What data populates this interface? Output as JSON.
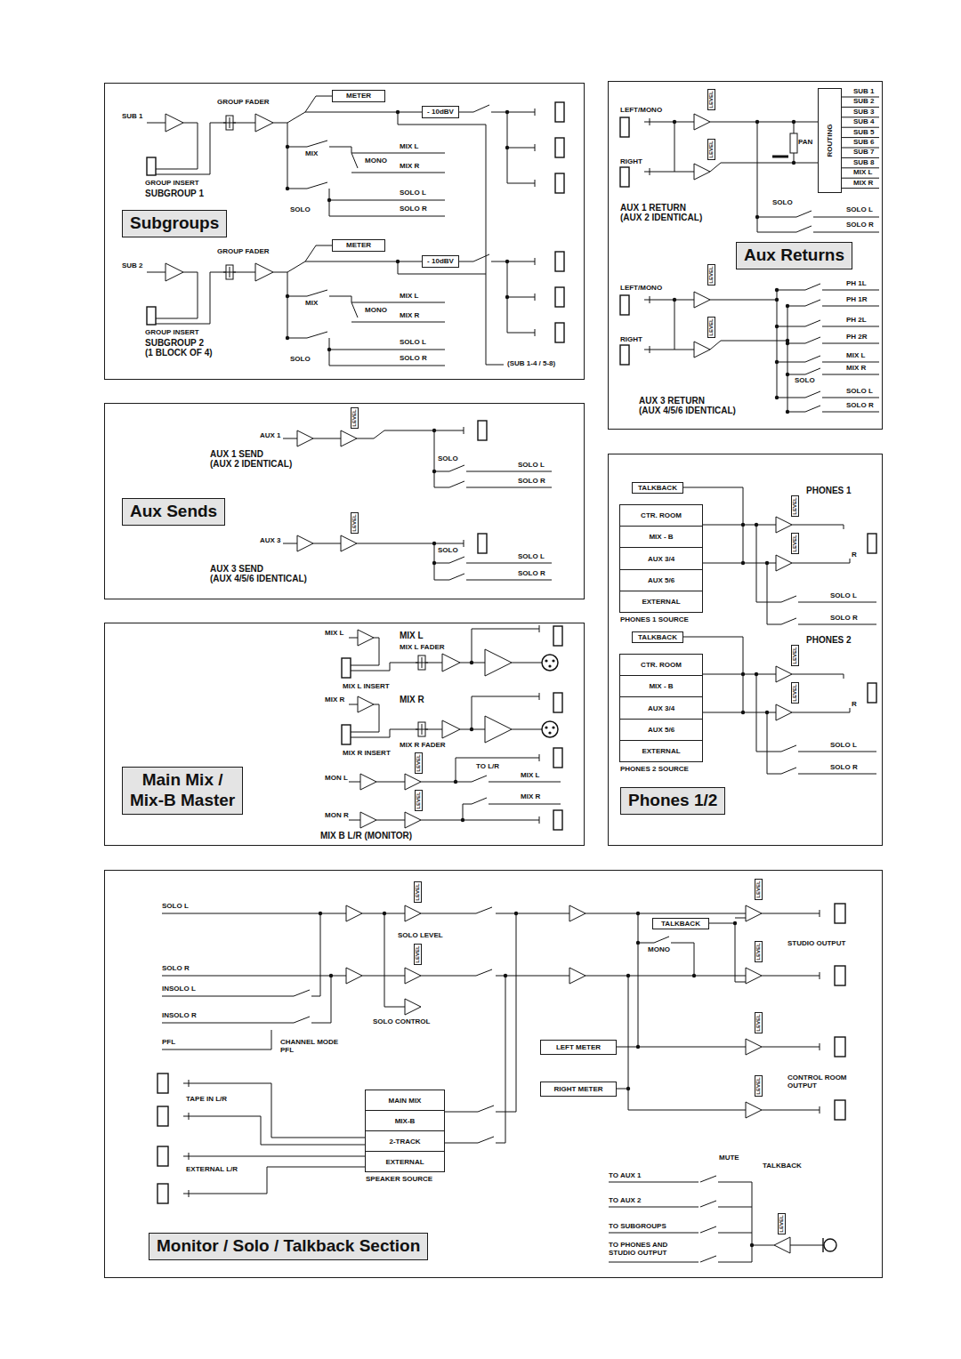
{
  "diagram": {
    "nodes": [
      {
        "text": [
          "Subgroups"
        ]
      },
      {
        "text": [
          "METER"
        ],
        "in": 0
      },
      {
        "text": [
          "- 10dBV"
        ],
        "in": 0
      },
      {
        "text": [
          "METER"
        ],
        "in": 0
      },
      {
        "text": [
          "- 10dBV"
        ],
        "in": 0
      },
      {
        "text": [
          "Aux Returns"
        ]
      },
      {
        "text": [
          "ROUTING"
        ],
        "in": 5
      },
      {
        "text": [
          "LEVEL"
        ],
        "in": 5
      },
      {
        "text": [
          "LEVEL"
        ],
        "in": 5
      },
      {
        "text": [
          "LEVEL"
        ],
        "in": 5
      },
      {
        "text": [
          "LEVEL"
        ],
        "in": 5
      },
      {
        "text": [
          "Aux Sends"
        ]
      },
      {
        "text": [
          "LEVEL"
        ],
        "in": 11
      },
      {
        "text": [
          "LEVEL"
        ],
        "in": 11
      },
      {
        "text": [
          "Main Mix / Mix-B Master"
        ]
      },
      {
        "text": [
          "LEVEL"
        ],
        "in": 14
      },
      {
        "text": [
          "LEVEL"
        ],
        "in": 14
      },
      {
        "text": [
          "Phones 1/2"
        ]
      },
      {
        "text": [
          "TALKBACK"
        ],
        "in": 17
      },
      {
        "text": [
          "CTR. ROOM",
          "MIX - B",
          "AUX 3/4",
          "AUX 5/6",
          "EXTERNAL"
        ],
        "in": 17
      },
      {
        "text": [
          "LEVEL"
        ],
        "in": 17
      },
      {
        "text": [
          "LEVEL"
        ],
        "in": 17
      },
      {
        "text": [
          "TALKBACK"
        ],
        "in": 17
      },
      {
        "text": [
          "CTR. ROOM",
          "MIX - B",
          "AUX 3/4",
          "AUX 5/6",
          "EXTERNAL"
        ],
        "in": 17
      },
      {
        "text": [
          "LEVEL"
        ],
        "in": 17
      },
      {
        "text": [
          "LEVEL"
        ],
        "in": 17
      },
      {
        "text": [
          "Monitor / Solo / Talkback Section"
        ]
      },
      {
        "text": [
          "LEVEL"
        ],
        "in": 26
      },
      {
        "text": [
          "LEVEL"
        ],
        "in": 26
      },
      {
        "text": [
          "TALKBACK"
        ],
        "in": 26
      },
      {
        "text": [
          "LEVEL"
        ],
        "in": 26
      },
      {
        "text": [
          "LEVEL"
        ],
        "in": 26
      },
      {
        "text": [
          "LEFT METER"
        ],
        "in": 26
      },
      {
        "text": [
          "LEVEL"
        ],
        "in": 26
      },
      {
        "text": [
          "RIGHT METER"
        ],
        "in": 26
      },
      {
        "text": [
          "LEVEL"
        ],
        "in": 26
      },
      {
        "text": [
          "MAIN MIX",
          "MIX-B",
          "2-TRACK",
          "EXTERNAL"
        ],
        "in": 26
      },
      {
        "text": [
          "LEVEL"
        ],
        "in": 26
      }
    ],
    "labels": [
      "SUB 1",
      "GROUP FADER",
      "GROUP INSERT",
      "SUBGROUP 1",
      "MIX",
      "MONO",
      "MIX L",
      "MIX R",
      "SOLO L",
      "SOLO",
      "SOLO R",
      "SUB 2",
      "GROUP FADER",
      "GROUP INSERT",
      "SUBGROUP 2 (1 BLOCK OF 4)",
      "MIX",
      "MONO",
      "MIX L",
      "MIX R",
      "SOLO L",
      "SOLO",
      "SOLO R",
      "(SUB 1-4 / 5-8)",
      "LEFT/MONO",
      "RIGHT",
      "SUB 1",
      "SUB 2",
      "SUB 3",
      "SUB 4",
      "SUB 5",
      "SUB 6",
      "SUB 7",
      "SUB 8",
      "MIX L",
      "MIX R",
      "PAN",
      "SOLO",
      "SOLO L",
      "SOLO R",
      "AUX 1 RETURN (AUX 2 IDENTICAL)",
      "LEFT/MONO",
      "RIGHT",
      "PH 1L",
      "PH 1R",
      "PH 2L",
      "PH 2R",
      "MIX L",
      "MIX R",
      "SOLO",
      "SOLO L",
      "SOLO R",
      "AUX 3 RETURN (AUX 4/5/6 IDENTICAL)",
      "AUX 1",
      "AUX 1 SEND (AUX 2 IDENTICAL)",
      "SOLO",
      "SOLO L",
      "SOLO R",
      "AUX 3",
      "SOLO",
      "SOLO L",
      "SOLO R",
      "AUX 3 SEND (AUX 4/5/6 IDENTICAL)",
      "MIX L",
      "MIX L",
      "MIX L FADER",
      "MIX L INSERT",
      "MIX R",
      "MIX R",
      "MIX R FADER",
      "MIX R INSERT",
      "TO L/R",
      "MON L",
      "MIX L",
      "MON R",
      "MIX R",
      "MIX B L/R (MONITOR)",
      "PHONES 1",
      "R",
      "SOLO L",
      "SOLO R",
      "PHONES 1 SOURCE",
      "PHONES 2",
      "R",
      "SOLO L",
      "SOLO R",
      "PHONES 2 SOURCE",
      "SOLO L",
      "SOLO R",
      "INSOLO L",
      "INSOLO R",
      "PFL",
      "SOLO LEVEL",
      "SOLO CONTROL",
      "CHANNEL MODE PFL",
      "TAPE IN L/R",
      "EXTERNAL L/R",
      "SPEAKER SOURCE",
      "MONO",
      "STUDIO OUTPUT",
      "CONTROL ROOM OUTPUT",
      "MUTE",
      "TALKBACK",
      "TO AUX 1",
      "TO AUX 2",
      "TO SUBGROUPS",
      "TO PHONES AND STUDIO OUTPUT"
    ]
  }
}
